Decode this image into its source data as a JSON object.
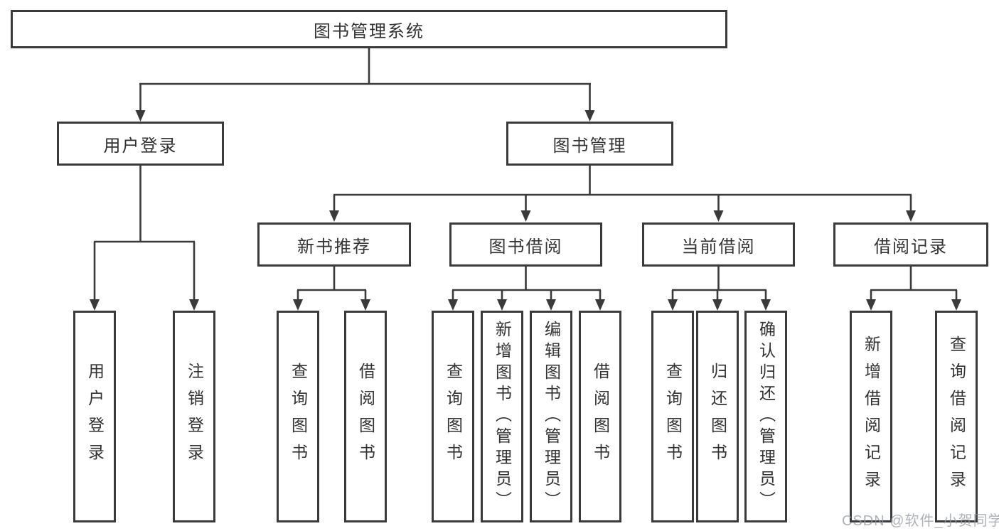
{
  "colors": {
    "background": "#ffffff",
    "line": "#3a3a3a",
    "box_border": "#3a3a3a",
    "text": "#323232",
    "watermark": "#9198a2"
  },
  "watermark": {
    "text": "CSDN @软件_小贺同学"
  },
  "tree": {
    "root": {
      "label": "图书管理系统",
      "children": [
        {
          "label": "用户登录",
          "children": [
            {
              "label": "用户登录"
            },
            {
              "label": "注销登录"
            }
          ]
        },
        {
          "label": "图书管理",
          "children": [
            {
              "label": "新书推荐",
              "children": [
                {
                  "label": "查询图书"
                },
                {
                  "label": "借阅图书"
                }
              ]
            },
            {
              "label": "图书借阅",
              "children": [
                {
                  "label": "查询图书"
                },
                {
                  "label": "新增图书（管理员）"
                },
                {
                  "label": "编辑图书（管理员）"
                },
                {
                  "label": "借阅图书"
                }
              ]
            },
            {
              "label": "当前借阅",
              "children": [
                {
                  "label": "查询图书"
                },
                {
                  "label": "归还图书"
                },
                {
                  "label": "确认归还（管理员）"
                }
              ]
            },
            {
              "label": "借阅记录",
              "children": [
                {
                  "label": "新增借阅记录"
                },
                {
                  "label": "查询借阅记录"
                }
              ]
            }
          ]
        }
      ]
    }
  }
}
